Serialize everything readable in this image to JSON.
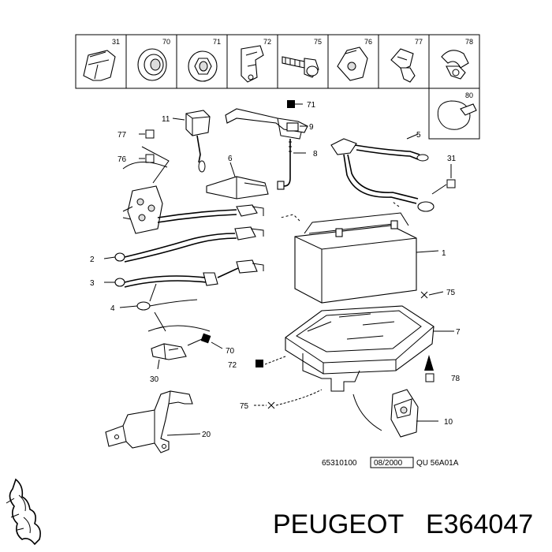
{
  "diagram": {
    "header_parts": [
      "31",
      "70",
      "71",
      "72",
      "75",
      "76",
      "77",
      "78"
    ],
    "extra_part": "80",
    "callouts": {
      "p1": "1",
      "p2": "2",
      "p3": "3",
      "p4": "4",
      "p5": "5",
      "p6": "6",
      "p7": "7",
      "p8": "8",
      "p9": "9",
      "p10": "10",
      "p11": "11",
      "p20": "20",
      "p30": "30",
      "p31": "31",
      "p70": "70",
      "p71": "71",
      "p72": "72",
      "p75a": "75",
      "p75b": "75",
      "p76": "76",
      "p77": "77",
      "p78": "78"
    },
    "reference": {
      "number": "65310100",
      "date": "08/2000",
      "code": "QU 56A01A"
    }
  },
  "footer": {
    "brand": "PEUGEOT",
    "part_number": "E364047"
  }
}
